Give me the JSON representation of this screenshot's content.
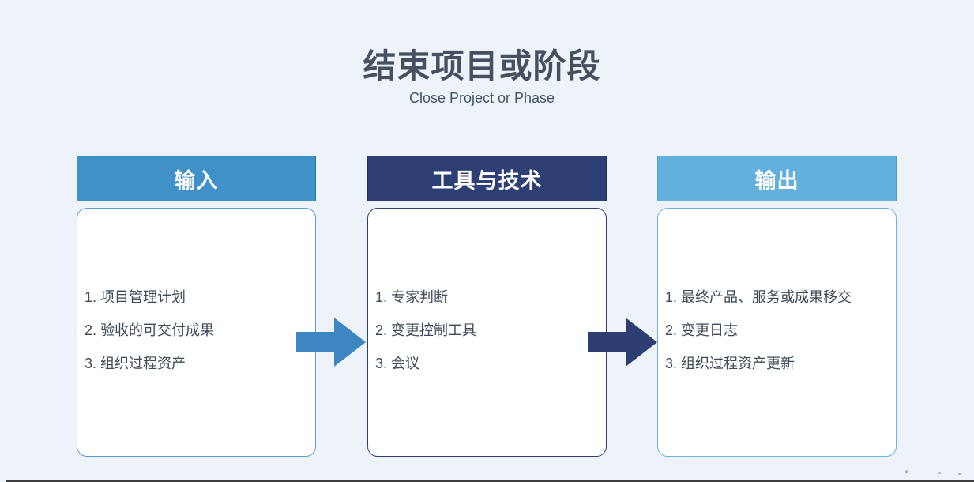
{
  "slide": {
    "title": "结束项目或阶段",
    "subtitle": "Close Project or Phase"
  },
  "columns": [
    {
      "header": "输入",
      "items": [
        "1. 项目管理计划",
        "2. 验收的可交付成果",
        "3. 组织过程资产"
      ]
    },
    {
      "header": "工具与技术",
      "items": [
        "1. 专家判断",
        "2. 变更控制工具",
        "3. 会议"
      ]
    },
    {
      "header": "输出",
      "items": [
        "1. 最终产品、服务或成果移交",
        "2. 变更日志",
        "3. 组织过程资产更新"
      ]
    }
  ],
  "arrows": [
    {
      "name": "input-to-tools",
      "color": "#3E86C2"
    },
    {
      "name": "tools-to-output",
      "color": "#2D3E73"
    }
  ],
  "colors": {
    "background": "#EDF3F8",
    "title_text": "#46505E",
    "header_input_bg": "#4191C9",
    "header_tools_bg": "#2E3F76",
    "header_output_bg": "#63AFDD",
    "body_border_input": "#5B9BD5",
    "body_border_tools": "#2E3F76",
    "body_border_output": "#6CB5E2",
    "header_text": "#FFFFFF",
    "list_text": "#3E4A59"
  }
}
